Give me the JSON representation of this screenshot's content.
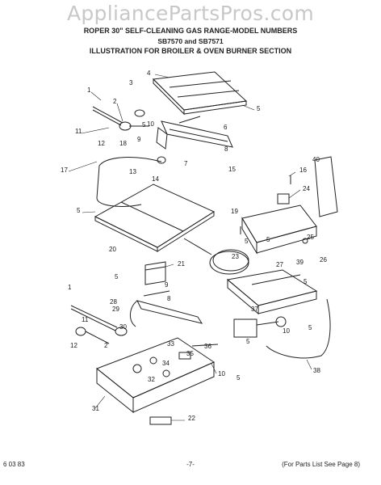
{
  "watermark": "AppliancePartsPros.com",
  "header": {
    "line1": "ROPER 30\" SELF-CLEANING GAS RANGE-MODEL NUMBERS",
    "line2": "SB7570 and SB7571",
    "line3": "ILLUSTRATION FOR BROILER & OVEN BURNER SECTION"
  },
  "callouts": [
    "1",
    "2",
    "3",
    "4",
    "5",
    "5",
    "6",
    "7",
    "8",
    "9",
    "10",
    "11",
    "12",
    "13",
    "14",
    "15",
    "16",
    "17",
    "18",
    "19",
    "5",
    "20",
    "21",
    "5",
    "22",
    "23",
    "24",
    "5",
    "25",
    "26",
    "27",
    "39",
    "40",
    "5",
    "9",
    "8",
    "1",
    "28",
    "29",
    "2",
    "12",
    "30",
    "31",
    "32",
    "33",
    "34",
    "35",
    "36",
    "10",
    "37",
    "5",
    "38",
    "5",
    "10",
    "11",
    "5",
    "5"
  ],
  "footer": {
    "left": "6 03 83",
    "center": "-7-",
    "right": "(For Parts List See Page 8)"
  }
}
